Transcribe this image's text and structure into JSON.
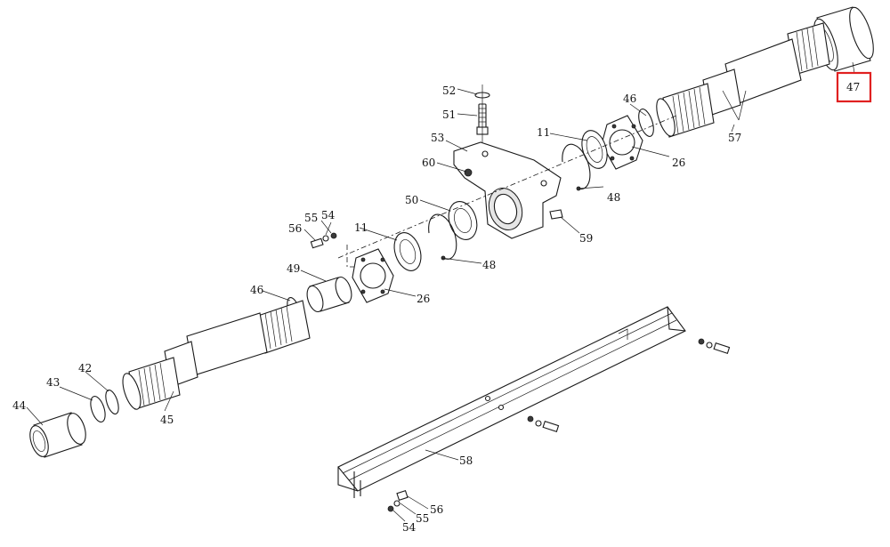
{
  "callouts": {
    "c47": "47",
    "c57": "57",
    "c46a": "46",
    "c26a": "26",
    "c11a": "11",
    "c48a": "48",
    "c52": "52",
    "c51": "51",
    "c53": "53",
    "c60": "60",
    "c50": "50",
    "c59": "59",
    "c55a": "55",
    "c54a": "54",
    "c56a": "56",
    "c11b": "11",
    "c48b": "48",
    "c49": "49",
    "c26b": "26",
    "c46b": "46",
    "c42": "42",
    "c43": "43",
    "c44": "44",
    "c45": "45",
    "c58": "58",
    "c56b": "56",
    "c55b": "55",
    "c54b": "54"
  },
  "highlight": {
    "color": "#e02020"
  }
}
